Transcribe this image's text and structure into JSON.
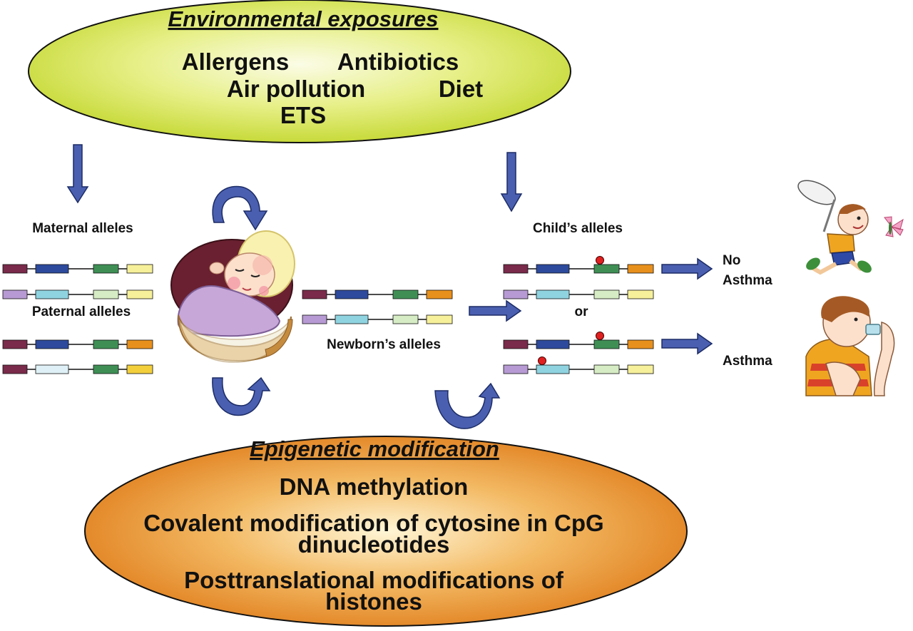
{
  "environment": {
    "title": "Environmental exposures",
    "items": [
      "Allergens",
      "Antibiotics",
      "Air pollution",
      "Diet",
      "ETS"
    ]
  },
  "epigenetic": {
    "title": "Epigenetic modification",
    "items": [
      "DNA methylation",
      "Covalent modification of cytosine in CpG",
      "dinucleotides",
      "Posttranslational modifications of",
      "histones"
    ]
  },
  "labels": {
    "maternal": "Maternal alleles",
    "paternal": "Paternal alleles",
    "newborn": "Newborn’s alleles",
    "child": "Child’s alleles",
    "or": "or",
    "no": "No",
    "asthma_no": "Asthma",
    "asthma": "Asthma"
  },
  "colors": {
    "plum": "#7a2a4a",
    "navy": "#2d4a9c",
    "green": "#3f8f55",
    "yellow": "#f6f09a",
    "lavender": "#b79ad3",
    "sky": "#8fd3e0",
    "palegreen": "#d6ecc4",
    "orange": "#e8901c",
    "gold": "#f3cf3c",
    "iceblue": "#dff1f6",
    "arrow": "#4a5fb0",
    "methyl": "#e02020",
    "env_fill": "#d6e64a",
    "epi_fill": "#e88b2e"
  }
}
